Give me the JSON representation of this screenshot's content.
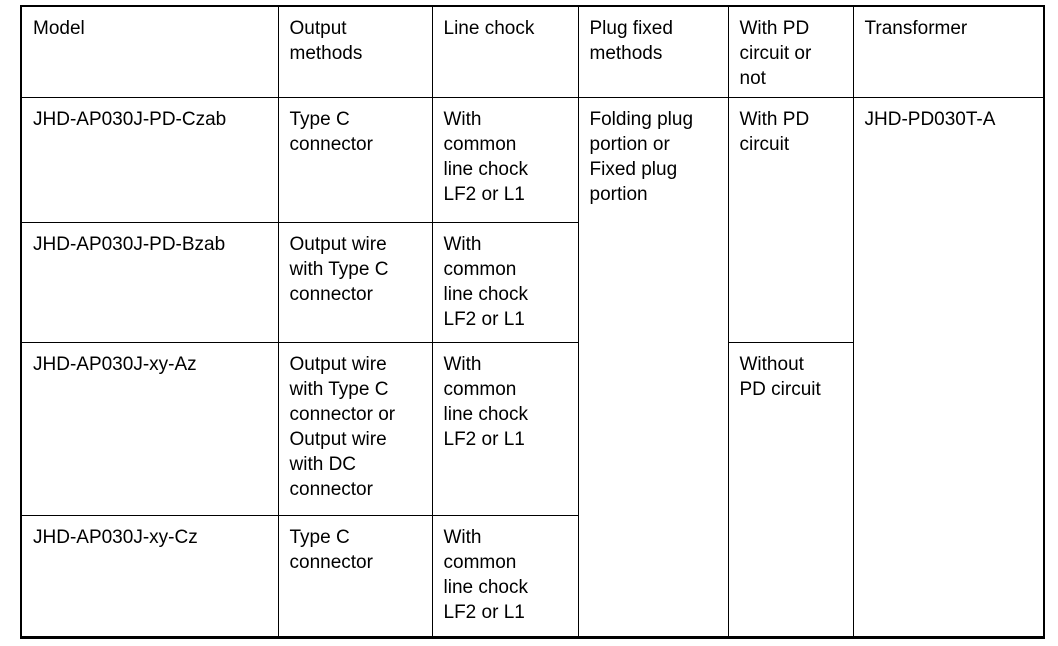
{
  "table": {
    "headers": [
      {
        "key": "model",
        "label": "Model"
      },
      {
        "key": "output_methods",
        "label": "Output\nmethods"
      },
      {
        "key": "line_chock",
        "label": "Line chock"
      },
      {
        "key": "plug_fixed_methods",
        "label": "Plug fixed\nmethods"
      },
      {
        "key": "pd_circuit",
        "label": "With PD\ncircuit or\nnot"
      },
      {
        "key": "transformer",
        "label": "Transformer"
      }
    ],
    "rows": [
      {
        "model": "JHD-AP030J-PD-Czab",
        "output_methods": "Type C\nconnector",
        "line_chock": "With\ncommon\nline chock\nLF2 or L1",
        "plug_fixed_methods": "Folding plug\nportion or\nFixed plug\nportion",
        "pd_circuit": "With PD\ncircuit",
        "transformer": "JHD-PD030T-A"
      },
      {
        "model": "JHD-AP030J-PD-Bzab",
        "output_methods": "Output wire\nwith Type C\nconnector",
        "line_chock": "With\ncommon\nline chock\nLF2 or L1"
      },
      {
        "model": "JHD-AP030J-xy-Az",
        "output_methods": "Output wire\nwith Type C\nconnector or\nOutput wire\nwith DC\nconnector",
        "line_chock": "With\ncommon\nline chock\nLF2 or L1",
        "pd_circuit": "Without\nPD circuit"
      },
      {
        "model": "JHD-AP030J-xy-Cz",
        "output_methods": "Type C\nconnector",
        "line_chock": "With\ncommon\nline chock\nLF2 or L1"
      }
    ]
  }
}
